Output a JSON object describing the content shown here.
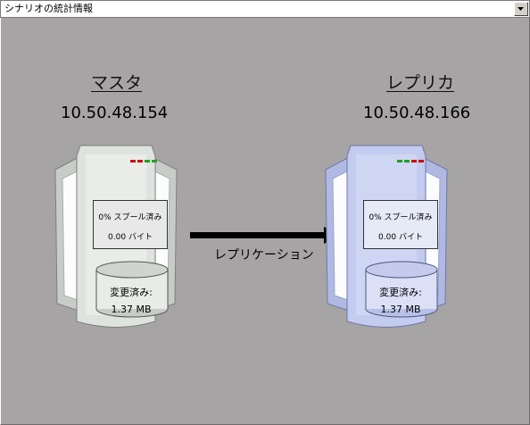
{
  "header": {
    "dropdown_value": "シナリオの統計情報",
    "dropdown_arrow_icon": "chevron-down-icon"
  },
  "master": {
    "role": "マスタ",
    "ip": "10.50.48.154",
    "spool_status": "0% スプール済み",
    "bytes": "0.00 バイト",
    "changed_label": "変更済み:",
    "changed_size": "1.37 MB",
    "body_color": "#dfe3df",
    "leds": [
      "#d00000",
      "#d00000",
      "#20a020",
      "#20a020"
    ]
  },
  "replica": {
    "role": "レプリカ",
    "ip": "10.50.48.166",
    "spool_status": "0% スプール済み",
    "bytes": "0.00 バイト",
    "changed_label": "変更済み:",
    "changed_size": "1.37 MB",
    "body_color": "#c3cbee",
    "leds": [
      "#20a020",
      "#20a020",
      "#d00000",
      "#d00000"
    ]
  },
  "transfer": {
    "label": "レプリケーション",
    "arrow_icon": "arrow-right-icon"
  }
}
